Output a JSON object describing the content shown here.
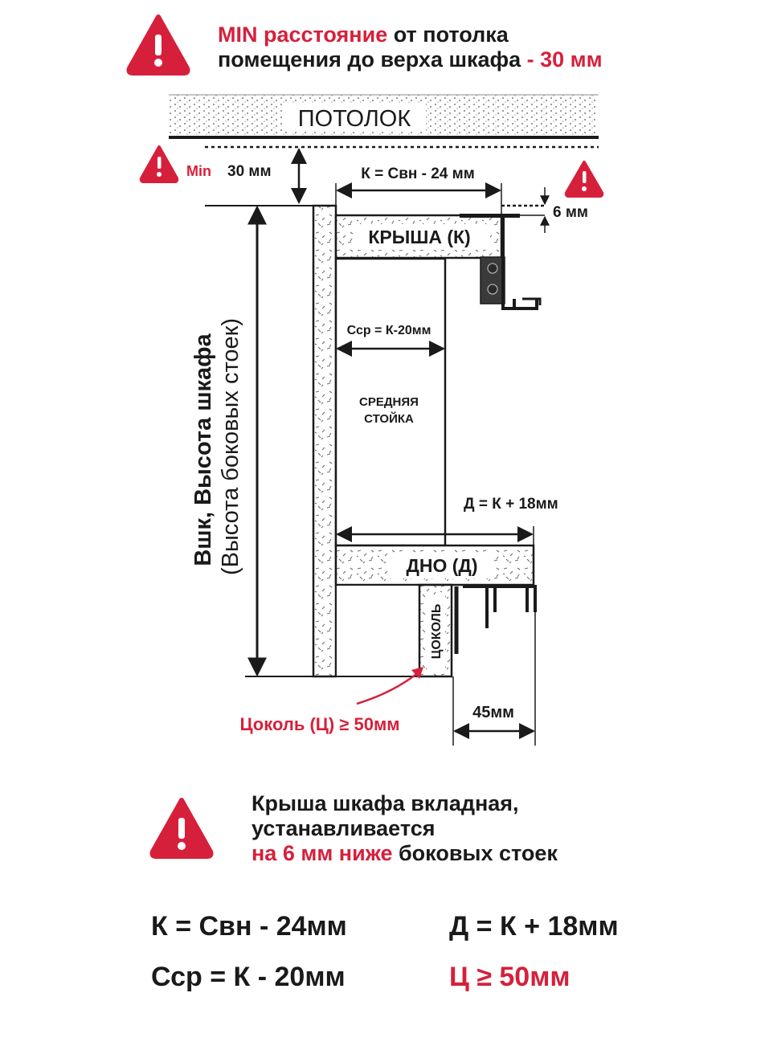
{
  "colors": {
    "accent": "#d6203b",
    "ink": "#1a1a1a"
  },
  "header": {
    "icon": "warning-triangle-icon",
    "line1_red": "MIN расстояние",
    "line1_rest": " от потолка",
    "line2_main": "помещения до верха шкафа",
    "line2_red": " - 30 мм"
  },
  "diagram": {
    "ceiling_label": "ПОТОЛОК",
    "min_label": "Min",
    "min_value": "30 мм",
    "k_dimension": "К = Свн  - 24 мм",
    "gap_6mm": "6 мм",
    "roof_label": "КРЫША (К)",
    "mid_width": "Сср = К-20мм",
    "mid_label_1": "СРЕДНЯЯ",
    "mid_label_2": "СТОЙКА",
    "bottom_dimension": "Д = К + 18мм",
    "bottom_label": "ДНО (Д)",
    "plinth_label": "ЦОКОЛЬ",
    "height_label_1": "Вшк, Высота шкафа",
    "height_label_2": "(Высота боковых стоек)",
    "dim_45": "45мм",
    "plinth_note": "Цоколь (Ц) ≥ 50мм"
  },
  "note": {
    "icon": "warning-triangle-icon",
    "line1": "Крыша шкафа вкладная,",
    "line2": "устанавливается",
    "line3_red": "на 6 мм ниже",
    "line3_rest": " боковых стоек"
  },
  "formulas": {
    "f1": "К = Свн - 24мм",
    "f2": "Д = К + 18мм",
    "f3": "Сср = К - 20мм",
    "f4": "Ц ≥ 50мм"
  }
}
